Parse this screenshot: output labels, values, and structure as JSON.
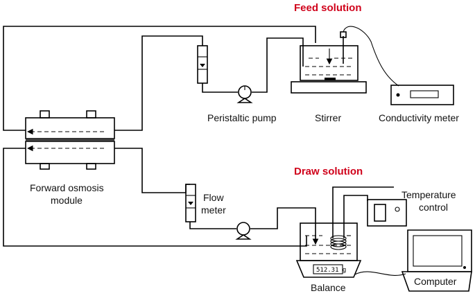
{
  "labels": {
    "feed_solution": "Feed solution",
    "draw_solution": "Draw solution",
    "peristaltic_pump": "Peristaltic pump",
    "stirrer": "Stirrer",
    "conductivity_meter": "Conductivity meter",
    "forward_osmosis_line1": "Forward osmosis",
    "forward_osmosis_line2": "module",
    "flow_meter_line1": "Flow",
    "flow_meter_line2": "meter",
    "temperature_line1": "Temperature",
    "temperature_line2": "control",
    "balance": "Balance",
    "computer": "Computer",
    "balance_reading": "512.31 g"
  },
  "colors": {
    "accent_red": "#d0021b",
    "line": "#000000",
    "background": "#ffffff"
  }
}
